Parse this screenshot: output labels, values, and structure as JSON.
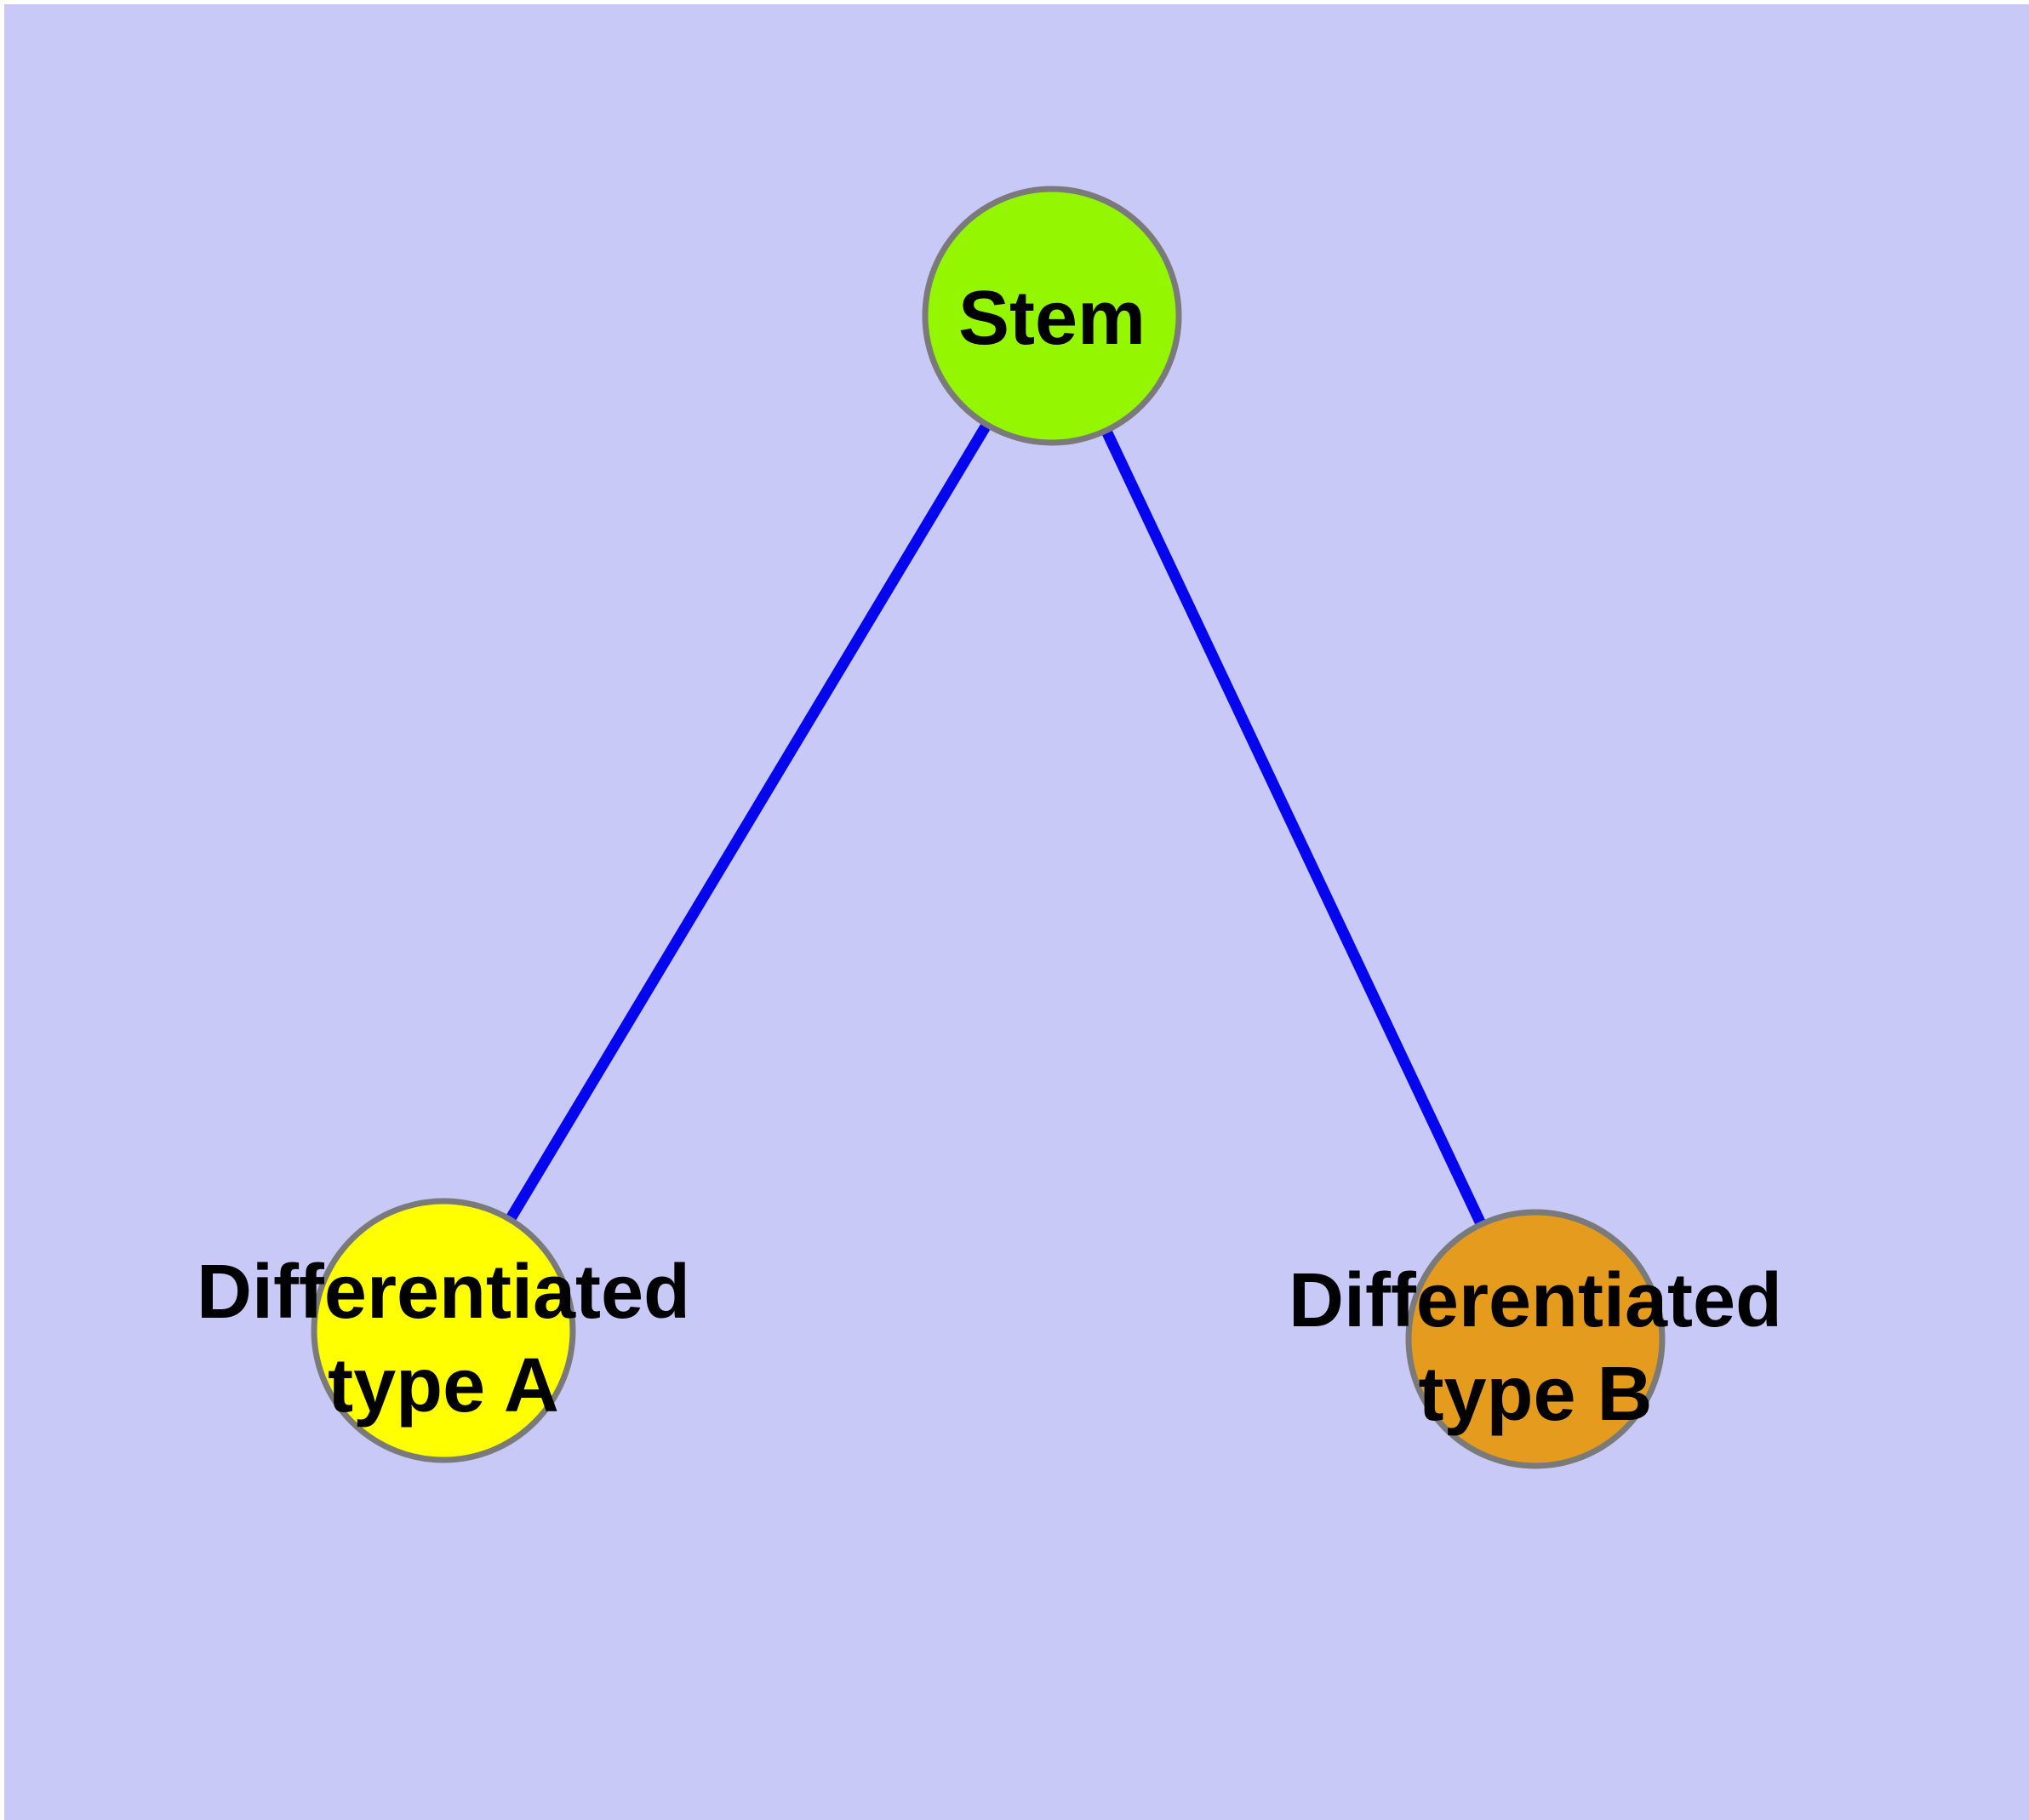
{
  "diagram": {
    "background_color": "#C9C9F8",
    "edge_color": "#0606EE",
    "node_border_color": "#7A7A7A",
    "label_color": "#000000",
    "nodes": [
      {
        "id": "stem",
        "label": "Stem",
        "color": "#94F600"
      },
      {
        "id": "differentiated-type-a",
        "label": "Differentiated type A",
        "line1": "Differentiated",
        "line2": "type A",
        "color": "#FFFF00"
      },
      {
        "id": "differentiated-type-b",
        "label": "Differentiated type B",
        "line1": "Differentiated",
        "line2": "type B",
        "color": "#E49B1E"
      }
    ],
    "edges": [
      {
        "from": "stem",
        "to": "differentiated-type-a"
      },
      {
        "from": "stem",
        "to": "differentiated-type-b"
      }
    ]
  }
}
